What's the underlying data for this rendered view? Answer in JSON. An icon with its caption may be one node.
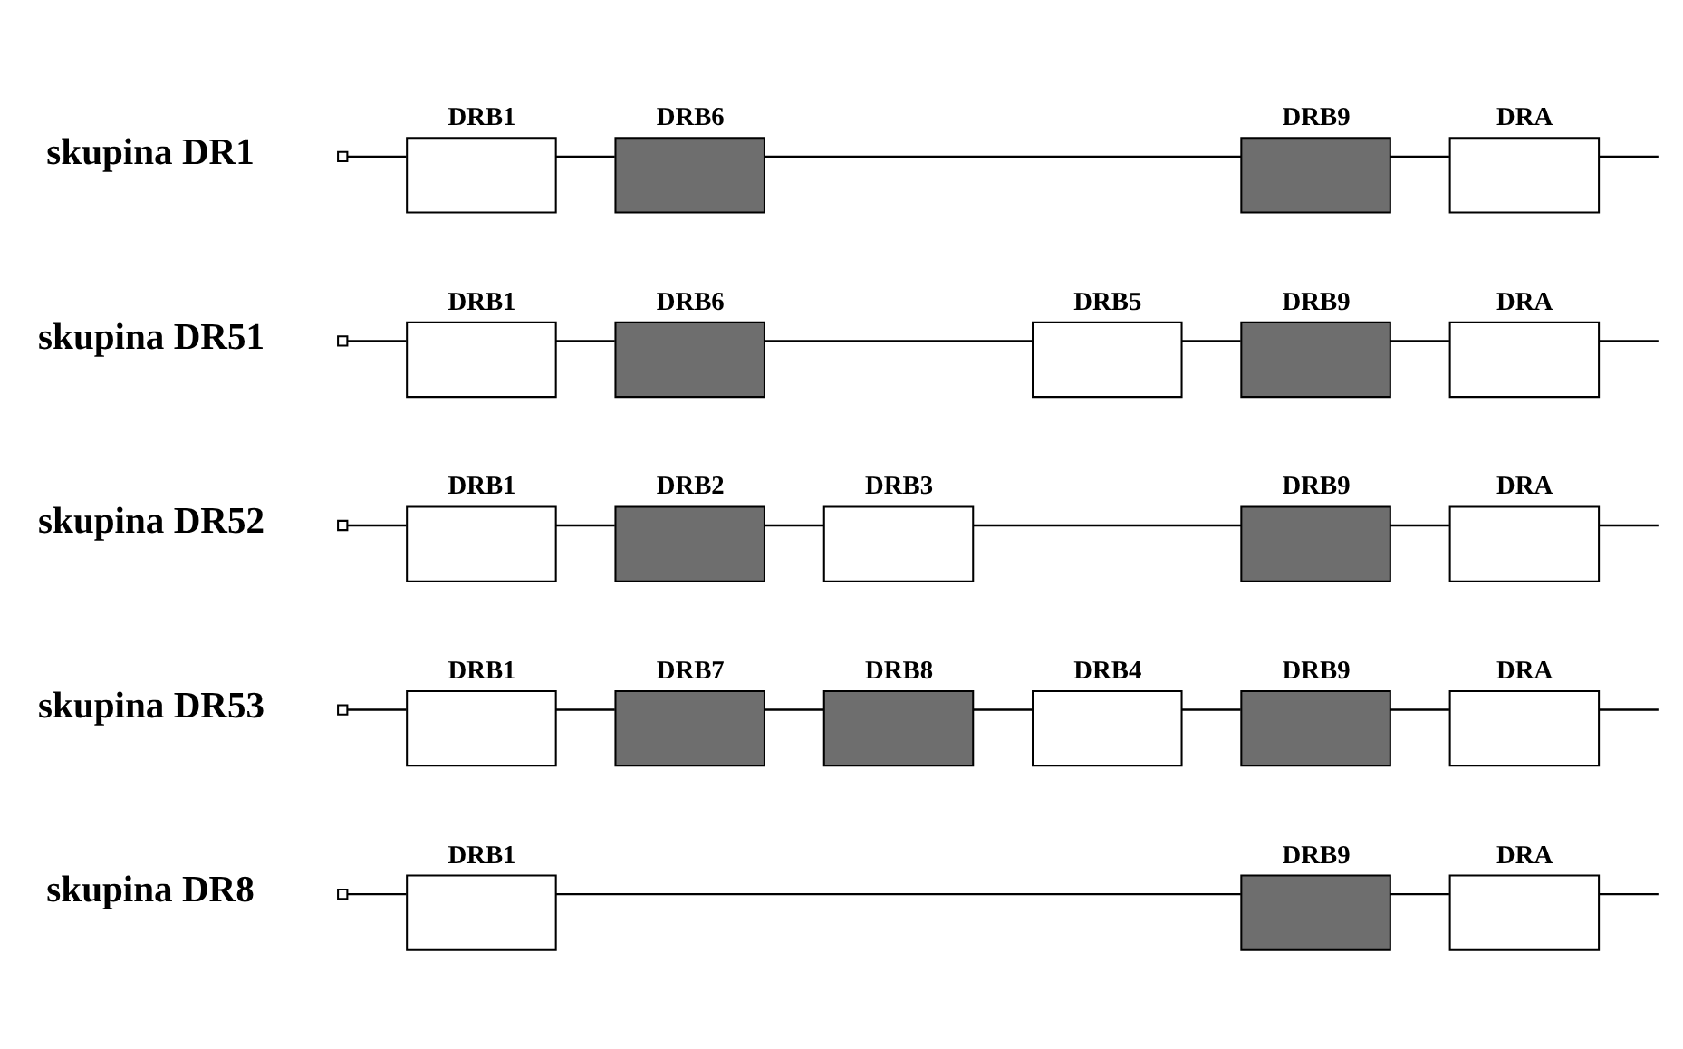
{
  "diagram": {
    "nodes": [
      {
        "text": [],
        "shape": "box"
      },
      {
        "text": [
          "DRB1"
        ]
      },
      {
        "text": [
          "DRB6"
        ]
      },
      {
        "text": [
          "DRB9"
        ]
      },
      {
        "text": [
          "DRA"
        ]
      },
      {
        "text": [],
        "shape": "box"
      },
      {
        "text": [
          "DRB1"
        ]
      },
      {
        "text": [
          "DRB6"
        ]
      },
      {
        "text": [
          "DRB5"
        ]
      },
      {
        "text": [
          "DRB9"
        ]
      },
      {
        "text": [
          "DRA"
        ]
      },
      {
        "text": [],
        "shape": "box"
      },
      {
        "text": [
          "DRB1"
        ]
      },
      {
        "text": [
          "DRB2"
        ]
      },
      {
        "text": [
          "DRB3"
        ]
      },
      {
        "text": [
          "DRB9"
        ]
      },
      {
        "text": [
          "DRA"
        ]
      },
      {
        "text": [],
        "shape": "box"
      },
      {
        "text": [
          "DRB1"
        ]
      },
      {
        "text": [
          "DRB7"
        ]
      },
      {
        "text": [
          "DRB8"
        ]
      },
      {
        "text": [
          "DRB4"
        ]
      },
      {
        "text": [
          "DRB9"
        ]
      },
      {
        "text": [
          "DRA"
        ]
      },
      {
        "text": [],
        "shape": "box"
      },
      {
        "text": [
          "DRB1"
        ]
      },
      {
        "text": [
          "DRB9"
        ]
      },
      {
        "text": [
          "DRA"
        ]
      }
    ],
    "edges": [
      {
        "from": 0,
        "to": 1,
        "arrow": "none"
      },
      {
        "from": 1,
        "to": 2,
        "arrow": "none"
      },
      {
        "from": 2,
        "to": 3,
        "arrow": "none"
      },
      {
        "from": 3,
        "to": 4,
        "arrow": "none"
      },
      {
        "from": 4,
        "to": null,
        "arrow": "none"
      },
      {
        "from": 5,
        "to": 6,
        "arrow": "none"
      },
      {
        "from": 6,
        "to": 7,
        "arrow": "none"
      },
      {
        "from": 7,
        "to": 8,
        "arrow": "none"
      },
      {
        "from": 8,
        "to": 9,
        "arrow": "none"
      },
      {
        "from": 9,
        "to": 10,
        "arrow": "none"
      },
      {
        "from": 10,
        "to": null,
        "arrow": "none"
      },
      {
        "from": 11,
        "to": 12,
        "arrow": "none"
      },
      {
        "from": 12,
        "to": 13,
        "arrow": "none"
      },
      {
        "from": 13,
        "to": 14,
        "arrow": "none"
      },
      {
        "from": 14,
        "to": 15,
        "arrow": "none"
      },
      {
        "from": 15,
        "to": 16,
        "arrow": "none"
      },
      {
        "from": 16,
        "to": null,
        "arrow": "none"
      },
      {
        "from": 17,
        "to": 18,
        "arrow": "none"
      },
      {
        "from": 18,
        "to": 19,
        "arrow": "none"
      },
      {
        "from": 19,
        "to": 20,
        "arrow": "none"
      },
      {
        "from": 20,
        "to": 21,
        "arrow": "none"
      },
      {
        "from": 21,
        "to": 22,
        "arrow": "none"
      },
      {
        "from": 22,
        "to": 23,
        "arrow": "none"
      },
      {
        "from": 23,
        "to": null,
        "arrow": "none"
      },
      {
        "from": 24,
        "to": 25,
        "arrow": "none"
      },
      {
        "from": 25,
        "to": 26,
        "arrow": "none"
      },
      {
        "from": 26,
        "to": 27,
        "arrow": "none"
      },
      {
        "from": 27,
        "to": null,
        "arrow": "none"
      }
    ],
    "labels": [
      "skupina DR1",
      "skupina DR51",
      "skupina DR52",
      "skupina DR53",
      "skupina DR8"
    ]
  }
}
